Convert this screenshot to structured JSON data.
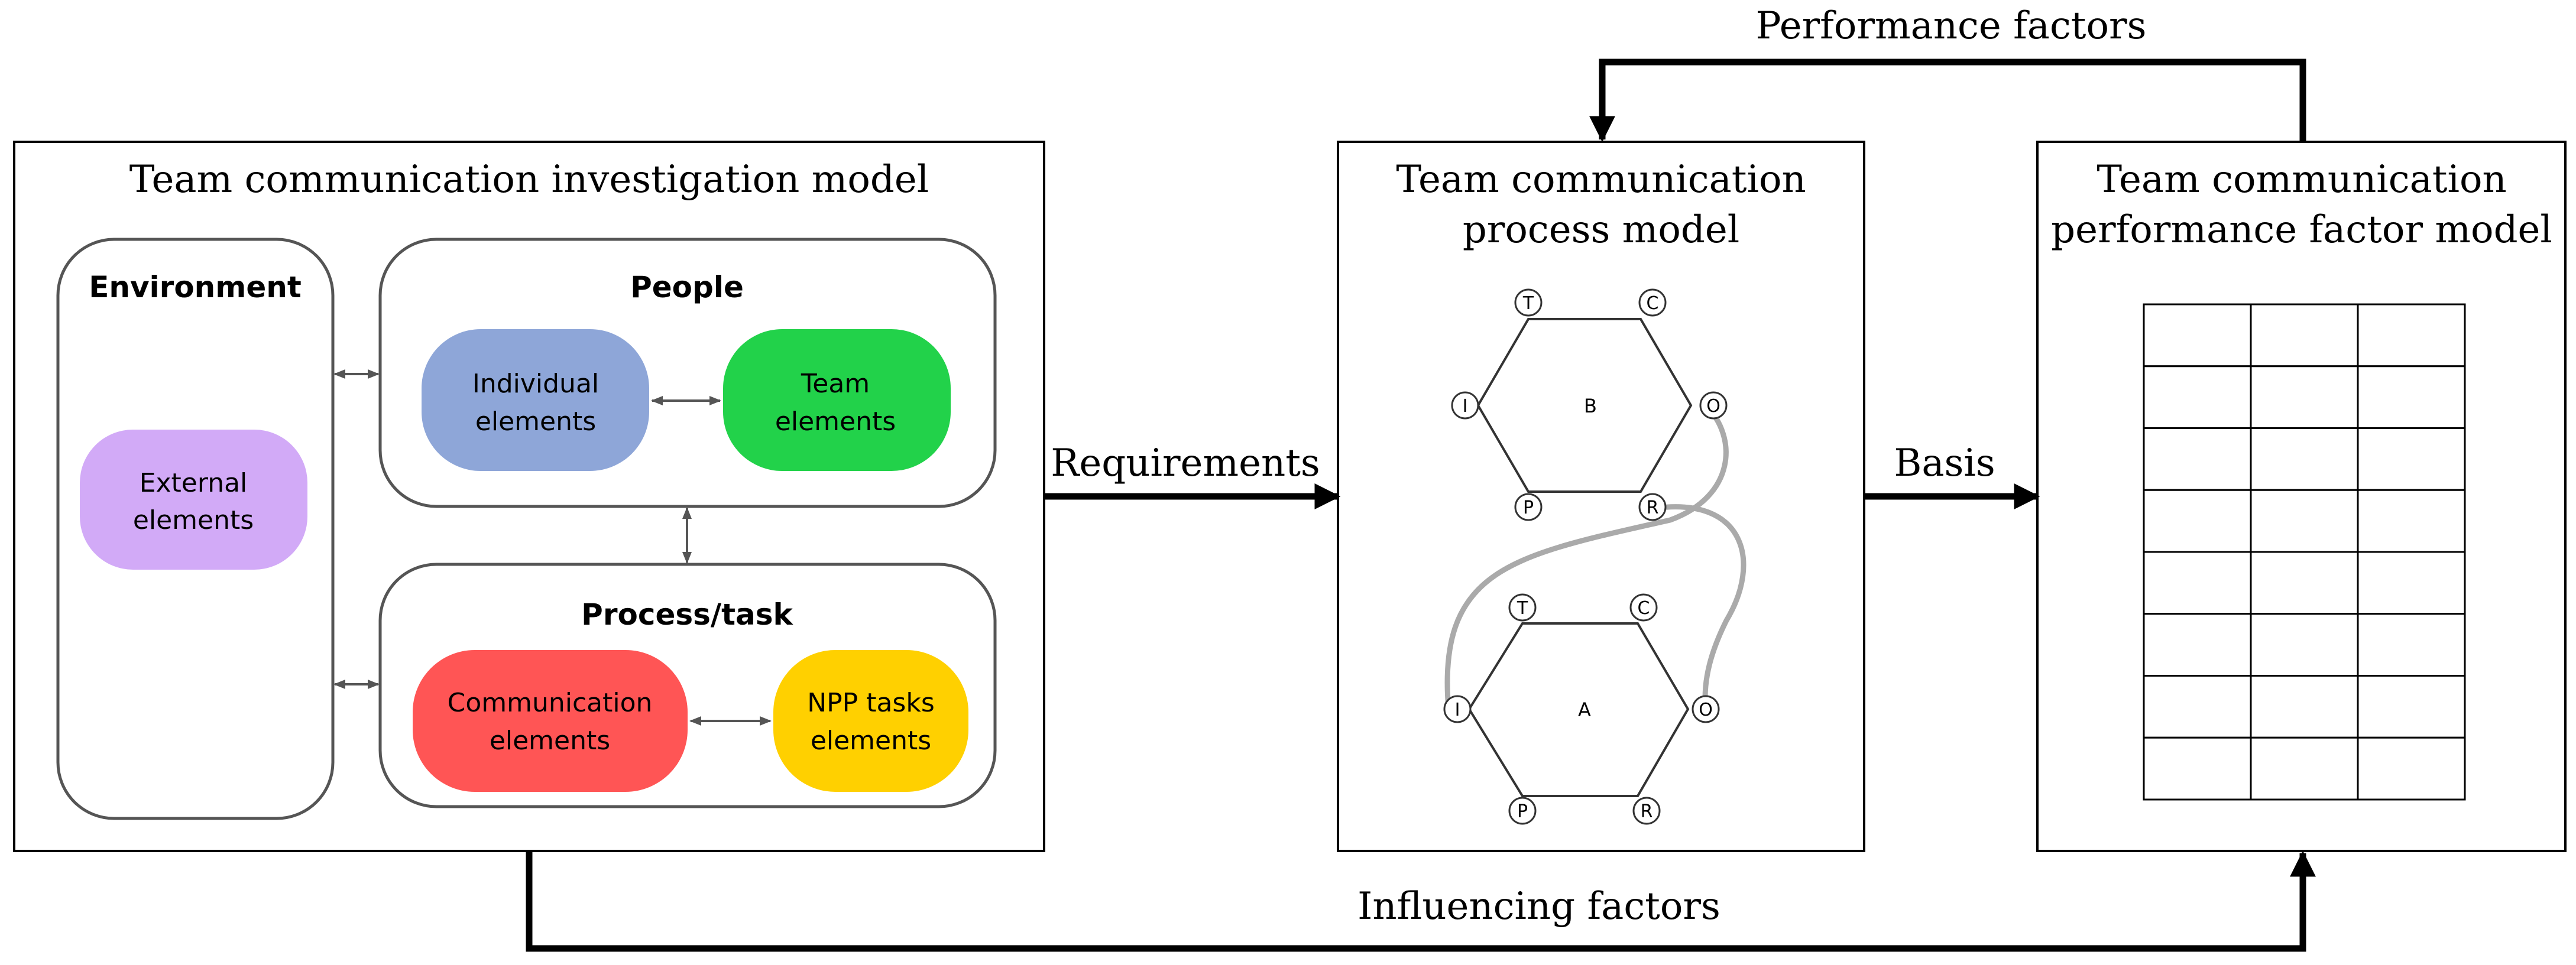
{
  "diagram": {
    "arrows": {
      "requirements": "Requirements",
      "basis": "Basis",
      "performance_factors": "Performance factors",
      "influencing_factors": "Influencing factors"
    },
    "investigation_model": {
      "title": "Team communication investigation model",
      "environment": {
        "title": "Environment",
        "external": [
          "External",
          "elements"
        ]
      },
      "people": {
        "title": "People",
        "individual": [
          "Individual",
          "elements"
        ],
        "team": [
          "Team",
          "elements"
        ]
      },
      "process": {
        "title": "Process/task",
        "communication": [
          "Communication",
          "elements"
        ],
        "npp": [
          "NPP tasks",
          "elements"
        ]
      }
    },
    "process_model": {
      "title": [
        "Team communication",
        "process model"
      ],
      "hex_b": "B",
      "hex_a": "A",
      "nodes": [
        "T",
        "C",
        "I",
        "O",
        "P",
        "R"
      ]
    },
    "performance_model": {
      "title": [
        "Team communication",
        "performance factor model"
      ],
      "table_rows": 8,
      "table_cols": 3
    },
    "colors": {
      "individual": "#8ea6d8",
      "team": "#22d24a",
      "external": "#d2aaf7",
      "communication": "#ff5555",
      "npp": "#ffd000"
    }
  }
}
